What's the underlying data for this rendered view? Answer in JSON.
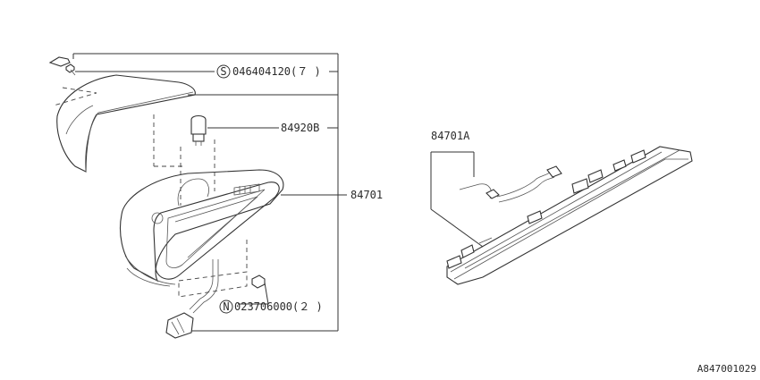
{
  "labels": {
    "screw": "046404120(７ )",
    "screw_marker": "S",
    "bulb": "84920B",
    "lamp_assy": "84701",
    "nut": "023706000(２ )",
    "nut_marker": "N",
    "lamp_assy_alt": "84701A"
  },
  "reference_code": "A847001029"
}
